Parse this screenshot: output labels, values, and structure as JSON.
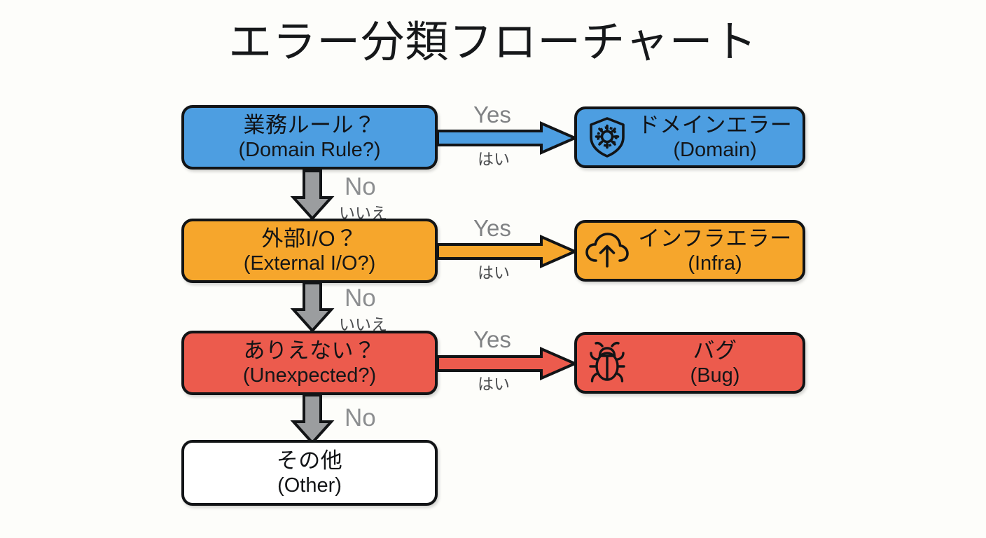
{
  "title": "エラー分類フローチャート",
  "colors": {
    "background": "#fdfdfa",
    "blue": "#4d9ee1",
    "orange": "#f6a62c",
    "red": "#ec5b4d",
    "white": "#ffffff",
    "gray_arrow": "#9b9d9f",
    "outline": "#121416",
    "label_gray": "#808284"
  },
  "decisions": [
    {
      "jp": "業務ルール？",
      "en": "(Domain Rule?)",
      "color": "#4d9ee1"
    },
    {
      "jp": "外部I/O？",
      "en": "(External I/O?)",
      "color": "#f6a62c"
    },
    {
      "jp": "ありえない？",
      "en": "(Unexpected?)",
      "color": "#ec5b4d"
    }
  ],
  "terminal": {
    "jp": "その他",
    "en": "(Other)",
    "color": "#ffffff"
  },
  "outcomes": [
    {
      "jp": "ドメインエラー",
      "en": "(Domain)",
      "icon": "shield-gear-icon",
      "color": "#4d9ee1"
    },
    {
      "jp": "インフラエラー",
      "en": "(Infra)",
      "icon": "cloud-upload-icon",
      "color": "#f6a62c"
    },
    {
      "jp": "バグ",
      "en": "(Bug)",
      "icon": "bug-icon",
      "color": "#ec5b4d"
    }
  ],
  "edges": {
    "yes": [
      {
        "top": "Yes",
        "sub": "はい",
        "color": "#4d9ee1"
      },
      {
        "top": "Yes",
        "sub": "はい",
        "color": "#f6a62c"
      },
      {
        "top": "Yes",
        "sub": "はい",
        "color": "#ec5b4d"
      }
    ],
    "no": [
      {
        "main": "No",
        "sub": "いいえ",
        "color": "#9b9d9f"
      },
      {
        "main": "No",
        "sub": "いいえ",
        "color": "#9b9d9f"
      },
      {
        "main": "No",
        "sub": "",
        "color": "#9b9d9f"
      }
    ]
  },
  "chart_data": {
    "type": "diagram",
    "title": "エラー分類フローチャート",
    "nodes": [
      {
        "id": "domain-rule",
        "label_jp": "業務ルール？",
        "label_en": "(Domain Rule?)",
        "kind": "decision",
        "color": "#4d9ee1"
      },
      {
        "id": "domain-error",
        "label_jp": "ドメインエラー",
        "label_en": "(Domain)",
        "kind": "outcome",
        "color": "#4d9ee1"
      },
      {
        "id": "external-io",
        "label_jp": "外部I/O？",
        "label_en": "(External I/O?)",
        "kind": "decision",
        "color": "#f6a62c"
      },
      {
        "id": "infra-error",
        "label_jp": "インフラエラー",
        "label_en": "(Infra)",
        "kind": "outcome",
        "color": "#f6a62c"
      },
      {
        "id": "unexpected",
        "label_jp": "ありえない？",
        "label_en": "(Unexpected?)",
        "kind": "decision",
        "color": "#ec5b4d"
      },
      {
        "id": "bug",
        "label_jp": "バグ",
        "label_en": "(Bug)",
        "kind": "outcome",
        "color": "#ec5b4d"
      },
      {
        "id": "other",
        "label_jp": "その他",
        "label_en": "(Other)",
        "kind": "terminal",
        "color": "#ffffff"
      }
    ],
    "edges": [
      {
        "from": "domain-rule",
        "to": "domain-error",
        "label": "Yes / はい"
      },
      {
        "from": "domain-rule",
        "to": "external-io",
        "label": "No / いいえ"
      },
      {
        "from": "external-io",
        "to": "infra-error",
        "label": "Yes / はい"
      },
      {
        "from": "external-io",
        "to": "unexpected",
        "label": "No / いいえ"
      },
      {
        "from": "unexpected",
        "to": "bug",
        "label": "Yes / はい"
      },
      {
        "from": "unexpected",
        "to": "other",
        "label": "No"
      }
    ]
  }
}
